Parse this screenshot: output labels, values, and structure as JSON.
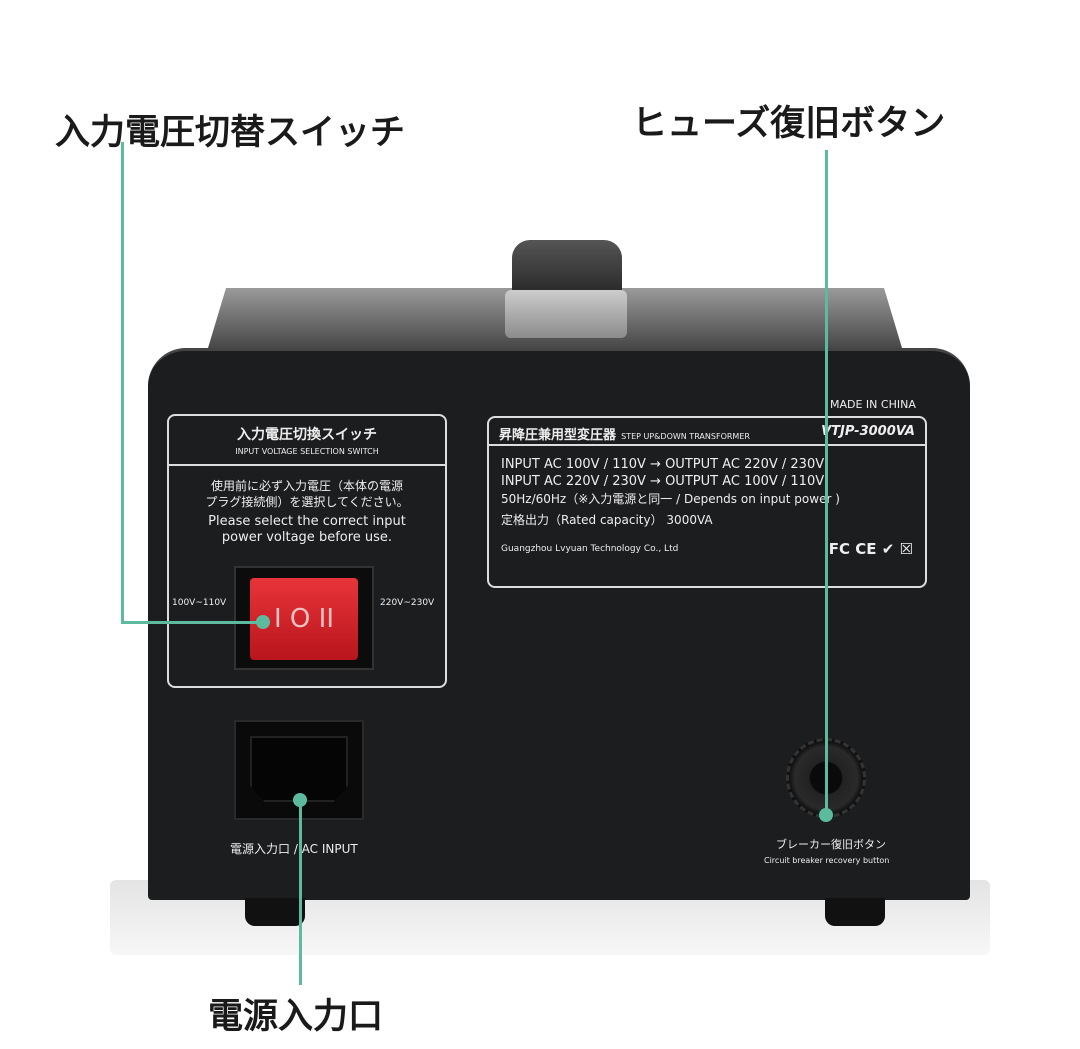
{
  "callouts": {
    "switch": "入力電圧切替スイッチ",
    "fuse": "ヒューズ復旧ボタン",
    "power": "電源入力口"
  },
  "switch_panel": {
    "title_jp": "入力電圧切換スイッチ",
    "title_en": "INPUT VOLTAGE SELECTION SWITCH",
    "note_jp_1": "使用前に必ず入力電圧（本体の電源",
    "note_jp_2": "プラグ接続側）を選択してください。",
    "note_en_1": "Please select the correct input",
    "note_en_2": "power voltage before use.",
    "left_label": "100V~110V",
    "right_label": "220V~230V",
    "switch_glyph": "I O II"
  },
  "label_panel": {
    "made_in": "MADE IN CHINA",
    "title_jp": "昇降圧兼用型変圧器",
    "title_en": "STEP UP&DOWN TRANSFORMER",
    "model": "VTJP-3000VA",
    "lines": [
      "INPUT AC 100V / 110V  →  OUTPUT AC 220V / 230V",
      "INPUT AC 220V / 230V  →  OUTPUT AC 100V / 110V",
      "50Hz/60Hz（※入力電源と同一 / Depends on input power )",
      "定格出力（Rated capacity）  3000VA"
    ],
    "company": "Guangzhou Lvyuan Technology Co., Ltd",
    "marks": "FC CE ✔ ☒"
  },
  "ac_input_label": "電源入力口 / AC INPUT",
  "breaker": {
    "label_jp": "ブレーカー復旧ボタン",
    "label_en": "Circuit breaker recovery button"
  },
  "colors": {
    "accent": "#5cbb9e",
    "switch": "#d8232a",
    "body": "#1c1d1f"
  }
}
